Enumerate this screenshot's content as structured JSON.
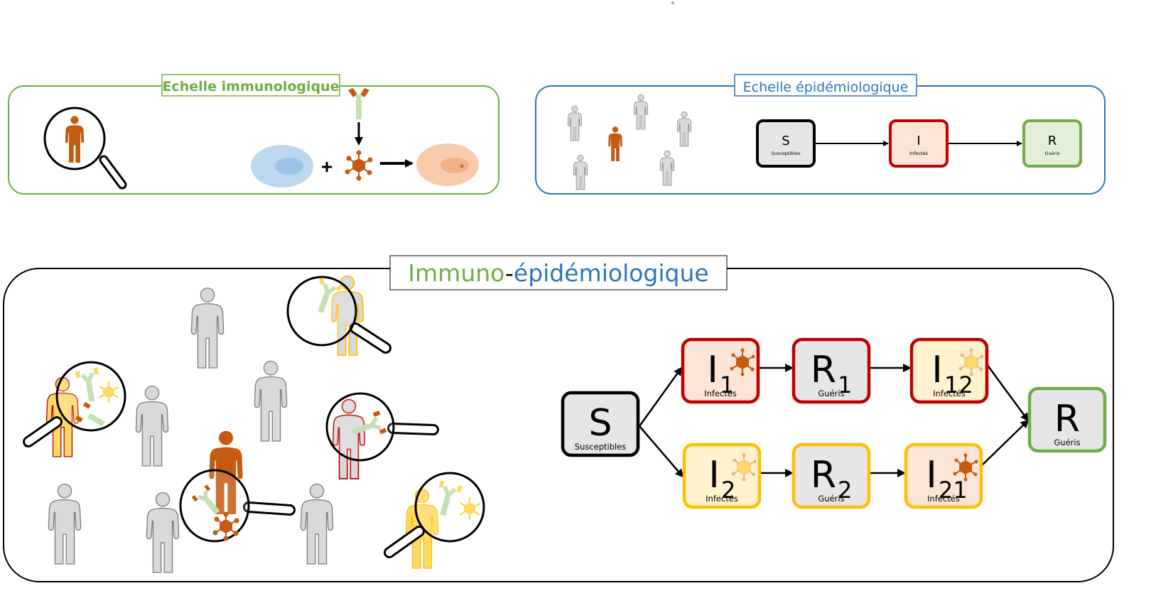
{
  "panels": {
    "immuno": {
      "title": "Echelle immunologique",
      "color": "#70ad47"
    },
    "epi": {
      "title": "Echelle épidémiologique",
      "color": "#2e75b6",
      "model": {
        "compartments": [
          {
            "id": "S",
            "symbol": "S",
            "label": "Susceptibles",
            "border": "#000000",
            "fill": "#e6e6e6"
          },
          {
            "id": "I",
            "symbol": "I",
            "label": "Infectés",
            "border": "#c00000",
            "fill": "#fbe5d6"
          },
          {
            "id": "R",
            "symbol": "R",
            "label": "Guéris",
            "border": "#70ad47",
            "fill": "#e2f0d9"
          }
        ],
        "transitions": [
          [
            "S",
            "I"
          ],
          [
            "I",
            "R"
          ]
        ]
      }
    },
    "combined": {
      "title_part1": "Immuno",
      "title_sep": "-",
      "title_part2": "épidémiologique",
      "title_color1": "#70ad47",
      "title_color2": "#2e75b6",
      "model": {
        "compartments": [
          {
            "id": "S",
            "symbol": "S",
            "sub": "",
            "label": "Susceptibles",
            "border": "#000000",
            "fill": "#e6e6e6"
          },
          {
            "id": "I1",
            "symbol": "I",
            "sub": "1",
            "label": "Infectés",
            "border": "#c00000",
            "fill": "#fbe5d6",
            "virus": "strain-1"
          },
          {
            "id": "R1",
            "symbol": "R",
            "sub": "1",
            "label": "Guéris",
            "border": "#c00000",
            "fill": "#e6e6e6"
          },
          {
            "id": "I12",
            "symbol": "I",
            "sub": "12",
            "label": "Infectés",
            "border": "#c00000",
            "fill": "#fff2cc",
            "virus": "strain-2"
          },
          {
            "id": "I2",
            "symbol": "I",
            "sub": "2",
            "label": "Infectés",
            "border": "#ffc000",
            "fill": "#fff2cc",
            "virus": "strain-2"
          },
          {
            "id": "R2",
            "symbol": "R",
            "sub": "2",
            "label": "Guéris",
            "border": "#ffc000",
            "fill": "#e6e6e6"
          },
          {
            "id": "I21",
            "symbol": "I",
            "sub": "21",
            "label": "Infectés",
            "border": "#ffc000",
            "fill": "#fbe5d6",
            "virus": "strain-1"
          },
          {
            "id": "R",
            "symbol": "R",
            "sub": "",
            "label": "Guéris",
            "border": "#70ad47",
            "fill": "#e6e6e6"
          }
        ],
        "transitions": [
          [
            "S",
            "I1"
          ],
          [
            "S",
            "I2"
          ],
          [
            "I1",
            "R1"
          ],
          [
            "R1",
            "I12"
          ],
          [
            "I2",
            "R2"
          ],
          [
            "R2",
            "I21"
          ],
          [
            "I12",
            "R"
          ],
          [
            "I21",
            "R"
          ]
        ]
      }
    }
  },
  "colors": {
    "strain1": "#c55a11",
    "strain2": "#ffd966",
    "strain2_edge": "#f4b183",
    "antibody_stem": "#c5e0b4",
    "person_grey": "#d9d9d9",
    "person_grey_edge": "#7f7f7f",
    "cell_healthy": "#bdd7ee",
    "cell_infected": "#f8cbad"
  }
}
